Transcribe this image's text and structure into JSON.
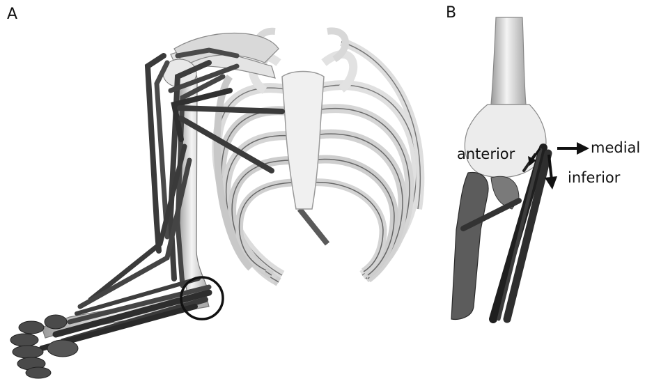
{
  "panels": {
    "a_label": "A",
    "b_label": "B"
  },
  "directions": {
    "anterior": "anterior",
    "medial": "medial",
    "inferior": "inferior"
  },
  "colors": {
    "bone_light": "#f2f2f2",
    "bone_mid": "#bdbdbd",
    "bone_dark": "#7a7a7a",
    "muscle": "#3c3c3c",
    "muscle_dark": "#1e1e1e",
    "outline": "#111111"
  }
}
